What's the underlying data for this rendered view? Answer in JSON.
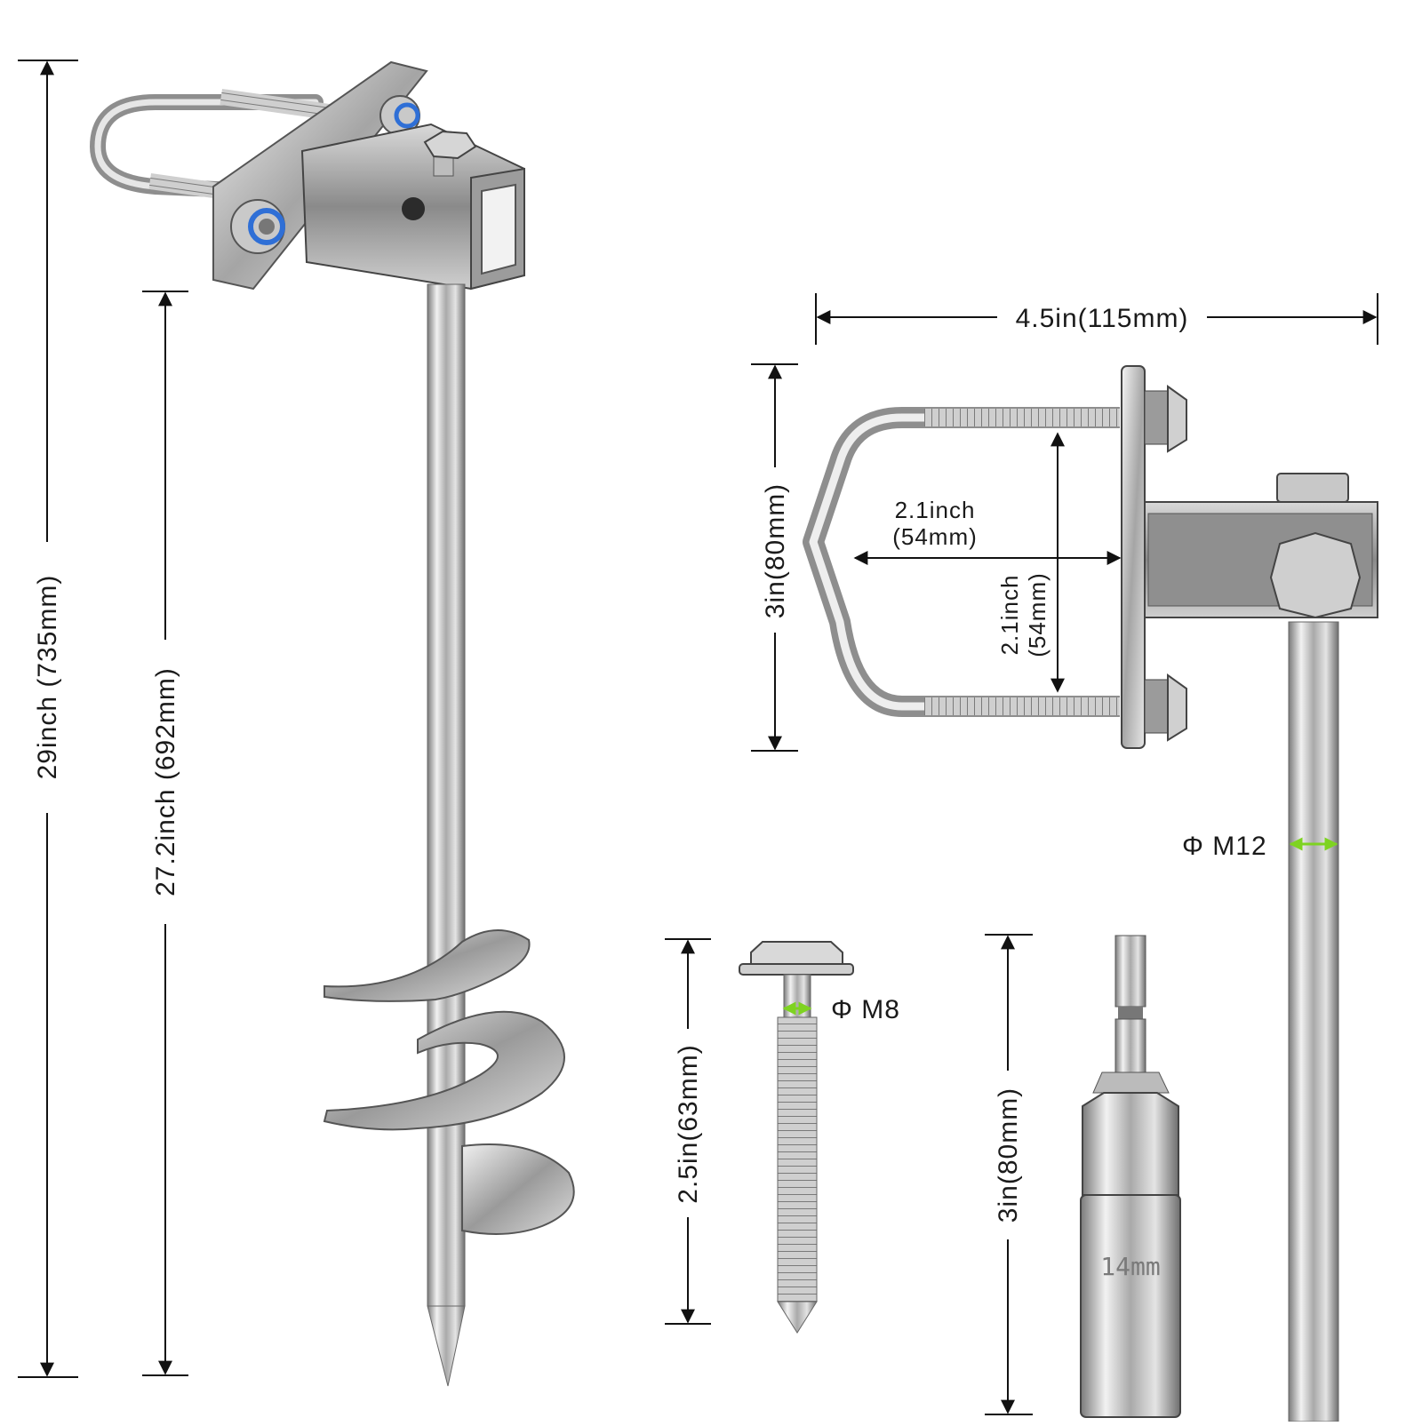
{
  "dimensions": {
    "total_height": "29inch (735mm)",
    "shaft_length": "27.2inch (692mm)",
    "bracket_width": "4.5in(115mm)",
    "bracket_height": "3in(80mm)",
    "ubolt_width_line1": "2.1inch",
    "ubolt_width_line2": "(54mm)",
    "ubolt_height_line1": "2.1inch",
    "ubolt_height_line2": "(54mm)",
    "shaft_diameter": "Φ M12",
    "screw_length": "2.5in(63mm)",
    "screw_diameter": "Φ M8",
    "socket_length": "3in(80mm)"
  },
  "parts": {
    "socket_marking": "14mm"
  },
  "colors": {
    "line": "#111111",
    "metal_light": "#eeeeee",
    "metal_mid": "#b8b8b8",
    "metal_dark": "#6f6f6f",
    "nut_blue": "#2f6fd6",
    "accent_green": "#7ed321"
  }
}
